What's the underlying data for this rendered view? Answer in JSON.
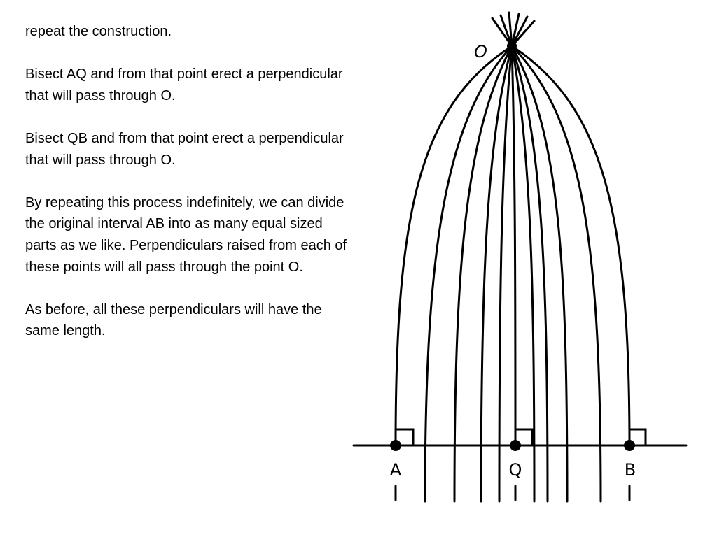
{
  "paragraphs": [
    "repeat the construction.",
    "Bisect AQ and from that point erect a perpendicular that will pass through O.",
    "Bisect QB and from that point erect a perpendicular that will pass through O.",
    "By repeating this process indefinitely, we can divide the original interval AB into as many equal sized parts as we like. Perpendiculars raised from each of these points will all pass through the point O.",
    "As before, all these perpendiculars will have the same length."
  ],
  "diagram": {
    "labels": {
      "O": "O",
      "A": "A",
      "Q": "Q",
      "B": "B"
    },
    "colors": {
      "ink": "#000000",
      "background": "#ffffff"
    }
  }
}
